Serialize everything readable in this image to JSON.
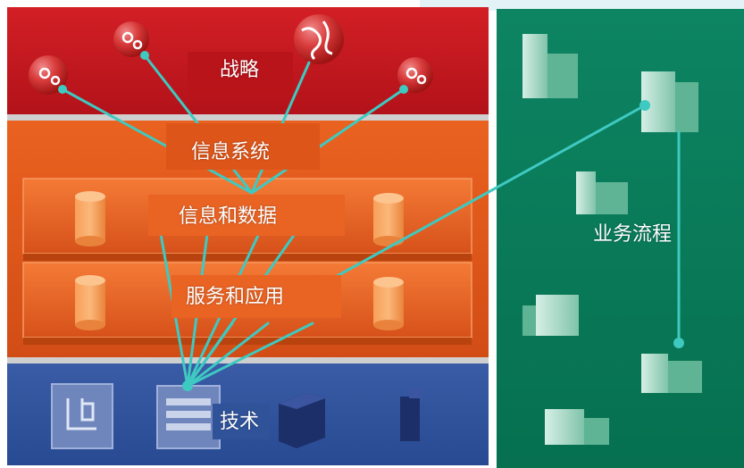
{
  "layers": {
    "strategy": {
      "label": "战略",
      "color": "#c4161c"
    },
    "information_systems": {
      "label": "信息系统",
      "color": "#e2581c"
    },
    "information_data": {
      "label": "信息和数据",
      "color": "#e2581c"
    },
    "services_applications": {
      "label": "服务和应用",
      "color": "#e2581c"
    },
    "technology": {
      "label": "技术",
      "color": "#2f4f9a"
    },
    "business_process": {
      "label": "业务流程",
      "color": "#0a7a5a"
    }
  },
  "connector_color": "#3ec9c1",
  "icons": {
    "strategy": [
      "gears-icon",
      "gears-icon",
      "globe-icon",
      "gears-icon"
    ],
    "data": [
      "database-icon",
      "database-icon",
      "database-icon",
      "database-icon"
    ],
    "business": [
      "building-icon",
      "building-icon",
      "building-icon",
      "building-icon",
      "building-icon",
      "building-icon",
      "building-icon"
    ],
    "technology": [
      "server-icon",
      "network-icon",
      "storage-icon",
      "server-icon"
    ]
  }
}
